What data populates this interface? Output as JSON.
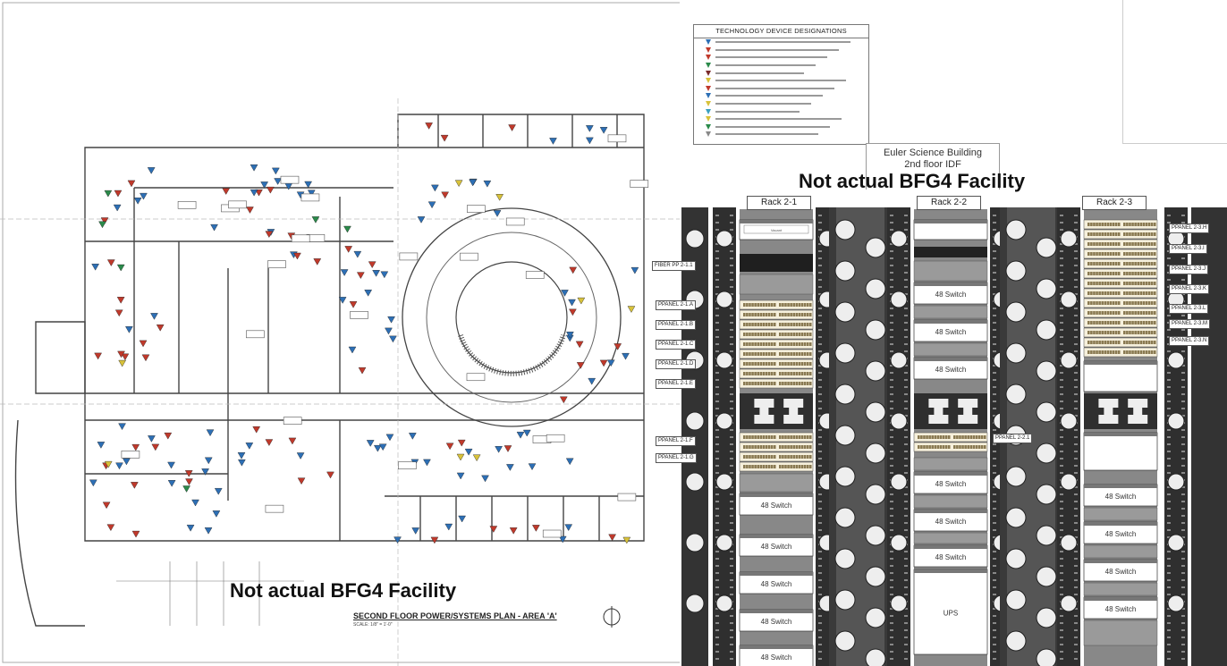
{
  "floorplan": {
    "title": "SECOND FLOOR POWER/SYSTEMS PLAN - AREA 'A'",
    "scale": "SCALE: 1/8\" = 1'-0\""
  },
  "legend": {
    "title": "TECHNOLOGY DEVICE DESIGNATIONS",
    "rows": 13
  },
  "building": {
    "line1": "Euler Science Building",
    "line2": "2nd floor IDF"
  },
  "watermarks": {
    "top": "Not actual BFG4 Facility",
    "bottom": "Not actual BFG4 Facility"
  },
  "racks": [
    {
      "label": "Rack 2-1"
    },
    {
      "label": "Rack 2-2"
    },
    {
      "label": "Rack 2-3"
    }
  ],
  "rack_1_tags": [
    "FIBER PP 2-1.1",
    "PPANEL 2-1.A",
    "PPANEL 2-1.B",
    "PPANEL 2-1.C",
    "PPANEL 2-1.D",
    "PPANEL 2-1.E",
    "PPANEL 2-1.F",
    "PPANEL 2-1.G"
  ],
  "rack_2_tags": [
    "PPANEL 2-2.1"
  ],
  "rack_3_tags": [
    "PPANEL 2-3.H",
    "PPANEL 2-3.I",
    "PPANEL 2-3.J",
    "PPANEL 2-3.K",
    "PPANEL 2-3.L",
    "PPANEL 2-3.M",
    "PPANEL 2-3.N"
  ],
  "devices": {
    "switch": "48 Switch",
    "ups": "UPS",
    "blank": "Vacant"
  },
  "colors": {
    "rack_dark": "#333333",
    "patch_panel": "#8a7a52",
    "device_blue": "#2d6fb5",
    "device_red": "#c0392b"
  }
}
